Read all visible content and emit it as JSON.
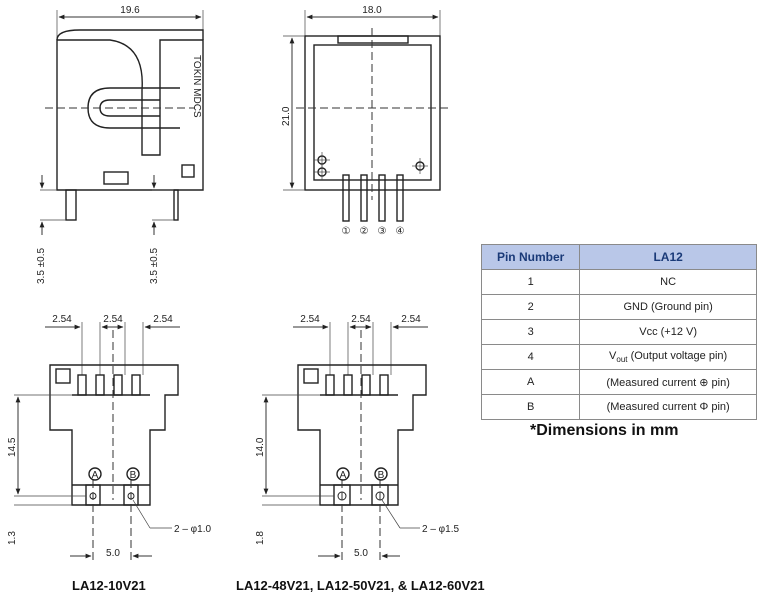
{
  "side_view": {
    "width": "19.6",
    "brand": "TOKIN MDCS",
    "pin_len_left": "3.5 ±0.5",
    "pin_len_right": "3.5 ±0.5"
  },
  "front_view": {
    "width": "18.0",
    "height": "21.0",
    "pin_marks": [
      "①",
      "②",
      "③",
      "④"
    ]
  },
  "bottom_left": {
    "pitch_labels": [
      "2.54",
      "2.54",
      "2.54"
    ],
    "height": "14.5",
    "offset": "1.3",
    "spacing": "5.0",
    "hole_callout": "2 – φ1.0",
    "markers": [
      "A",
      "B"
    ],
    "caption": "LA12-10V21"
  },
  "bottom_right": {
    "pitch_labels": [
      "2.54",
      "2.54",
      "2.54"
    ],
    "height": "14.0",
    "offset": "1.8",
    "spacing": "5.0",
    "hole_callout": "2 – φ1.5",
    "markers": [
      "A",
      "B"
    ],
    "caption": "LA12-48V21, LA12-50V21, & LA12-60V21"
  },
  "pin_table": {
    "headers": [
      "Pin Number",
      "LA12"
    ],
    "rows": [
      {
        "pin": "1",
        "desc": "NC"
      },
      {
        "pin": "2",
        "desc": "GND (Ground pin)"
      },
      {
        "pin": "3",
        "desc": "Vcc (+12 V)"
      },
      {
        "pin": "4",
        "desc_main": "V",
        "desc_sub": "out",
        "desc_rest": " (Output voltage pin)"
      },
      {
        "pin": "A",
        "desc": "(Measured current ⊕ pin)"
      },
      {
        "pin": "B",
        "desc": "(Measured current Φ pin)"
      }
    ]
  },
  "note": "*Dimensions in mm"
}
